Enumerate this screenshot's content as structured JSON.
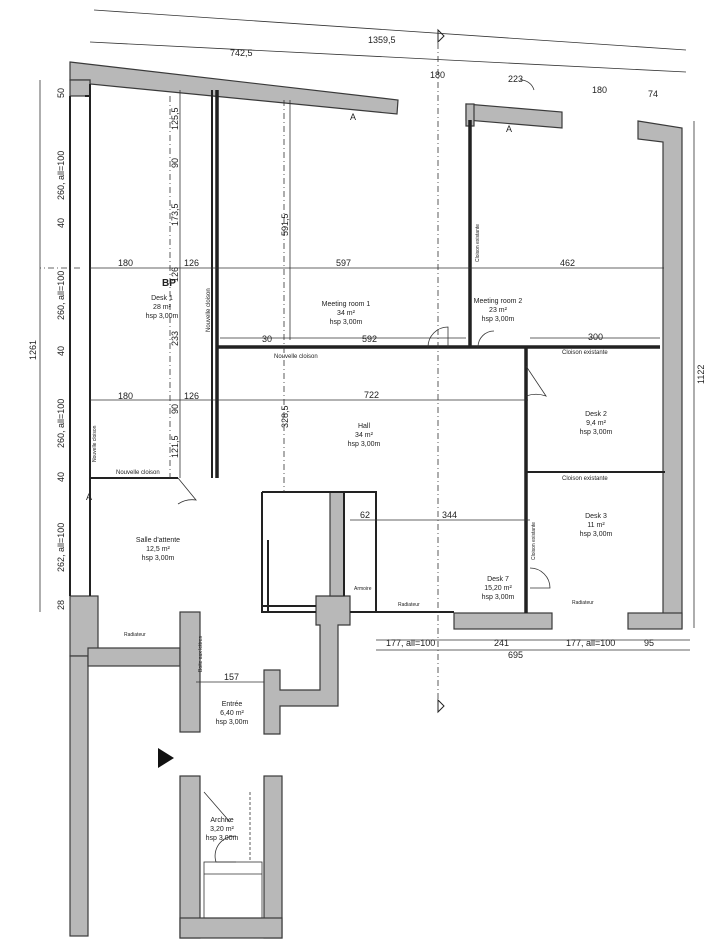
{
  "dimensions": {
    "overall_top": "1359,5",
    "left_top": "742,5",
    "top_180": "180",
    "top_223": "223",
    "top_180b": "180",
    "top_74": "74",
    "left_50": "50",
    "left_260a": "260, all=100",
    "left_40a": "40",
    "left_260b": "260, all=100",
    "left_40b": "40",
    "left_260c": "260, all=100",
    "left_40c": "40",
    "left_262": "262, all=100",
    "left_28": "28",
    "overall_left": "1261",
    "overall_right": "1122",
    "h_180a": "180",
    "h_126a": "126",
    "h_597": "597",
    "h_462": "462",
    "h_592": "592",
    "h_300": "300",
    "h_180b": "180",
    "h_126b": "126",
    "h_722": "722",
    "h_62": "62",
    "h_344": "344",
    "h_157": "157",
    "v_125_5": "125,5",
    "v_90a": "90",
    "v_173_5": "173,5",
    "v_126": "126",
    "v_591_5": "591,5",
    "v_233": "233",
    "v_90b": "90",
    "v_121_5": "121,5",
    "v_328_5": "328,5",
    "v_30": "30",
    "bottom_177a": "177, all=100",
    "bottom_241": "241",
    "bottom_177b": "177, all=100",
    "bottom_95": "95",
    "bottom_695": "695"
  },
  "labels": {
    "bp": "BP",
    "a_marks": [
      "A",
      "A",
      "A"
    ]
  },
  "rooms": [
    {
      "name": "Desk 1",
      "area": "28 m²",
      "height": "hsp 3,00m"
    },
    {
      "name": "Meeting room 1",
      "area": "34 m²",
      "height": "hsp 3,00m"
    },
    {
      "name": "Meeting room 2",
      "area": "23 m²",
      "height": "hsp 3,00m"
    },
    {
      "name": "Hall",
      "area": "34 m²",
      "height": "hsp 3,00m"
    },
    {
      "name": "Desk 2",
      "area": "9,4 m²",
      "height": "hsp 3,00m"
    },
    {
      "name": "Desk 3",
      "area": "11 m²",
      "height": "hsp 3,00m"
    },
    {
      "name": "Desk 7",
      "area": "15,20 m²",
      "height": "hsp 3,00m"
    },
    {
      "name": "Salle d'attente",
      "area": "12,5 m²",
      "height": "hsp 3,00m"
    },
    {
      "name": "Entrée",
      "area": "6,40 m²",
      "height": "hsp 3,00m"
    },
    {
      "name": "Archive",
      "area": "3,20 m²",
      "height": "hsp 3,00m"
    }
  ],
  "partitions": {
    "nouvelle_cloison_v": "Nouvelle cloison",
    "nouvelle_cloison_h": "Nouvelle cloison",
    "nouvelle_cloison_low": "Nouvelle cloison",
    "nouvelle_cloison_left": "Nouvelle cloison",
    "cloison_existante_mr2": "Cloison existante",
    "cloison_existante_d2": "Cloison existante",
    "cloison_existante_d3": "Cloison existante",
    "cloison_existante_d7": "Cloison existante"
  },
  "fixtures": {
    "radiator": "Radiateur",
    "boite": "Boite aux lettres",
    "armoire": "Armoire"
  }
}
